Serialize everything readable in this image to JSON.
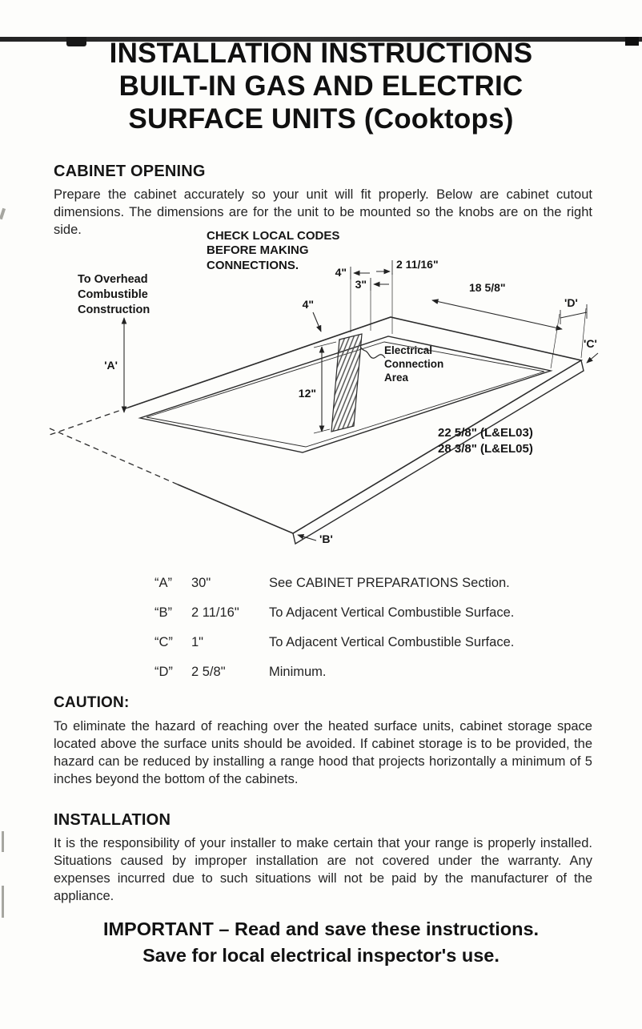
{
  "title": {
    "line1": "INSTALLATION INSTRUCTIONS",
    "line2": "BUILT-IN GAS AND ELECTRIC",
    "line3": "SURFACE UNITS (Cooktops)"
  },
  "cabinet_opening": {
    "heading": "CABINET OPENING",
    "body": "Prepare the cabinet accurately so your unit will fit properly. Below are cabinet cutout dimensions. The dimensions are for the unit to be mounted so the knobs are on the right side."
  },
  "diagram": {
    "check_codes": "CHECK LOCAL CODES BEFORE MAKING CONNECTIONS.",
    "overhead_label": "To Overhead Combustible Construction",
    "electrical_label": "Electrical Connection Area",
    "dim_a": "'A'",
    "dim_b": "'B'",
    "dim_c": "'C'",
    "dim_d": "'D'",
    "dim_4_top": "4\"",
    "dim_3": "3\"",
    "dim_2_11_16": "2 11/16\"",
    "dim_18_5_8": "18 5/8\"",
    "dim_4_back": "4\"",
    "dim_12": "12\"",
    "cutout_width_l03": "22 5/8\" (L&EL03)",
    "cutout_width_l05": "28 3/8\" (L&EL05)"
  },
  "legend": {
    "rows": [
      {
        "letter": "“A”",
        "value": "30\"",
        "desc": "See CABINET PREPARATIONS Section."
      },
      {
        "letter": "“B”",
        "value": "2 11/16\"",
        "desc": "To Adjacent Vertical Combustible Surface."
      },
      {
        "letter": "“C”",
        "value": "1\"",
        "desc": "To Adjacent Vertical Combustible Surface."
      },
      {
        "letter": "“D”",
        "value": "2 5/8\"",
        "desc": "Minimum."
      }
    ]
  },
  "caution": {
    "heading": "CAUTION:",
    "body": "To eliminate the hazard of reaching over the heated surface units, cabinet storage space located above the surface units should be avoided. If cabinet storage is to be provided, the hazard can be reduced by installing a range hood that projects horizontally a minimum of 5 inches beyond the bottom of the cabinets."
  },
  "installation": {
    "heading": "INSTALLATION",
    "body": "It is the responsibility of your installer to make certain that your range is properly installed. Situations caused by improper installation are not covered under the warranty. Any expenses incurred due to such situations will not be paid by the manufacturer of the appliance."
  },
  "footer": {
    "line1": "IMPORTANT – Read and save these instructions.",
    "line2": "Save for local electrical inspector's use."
  }
}
